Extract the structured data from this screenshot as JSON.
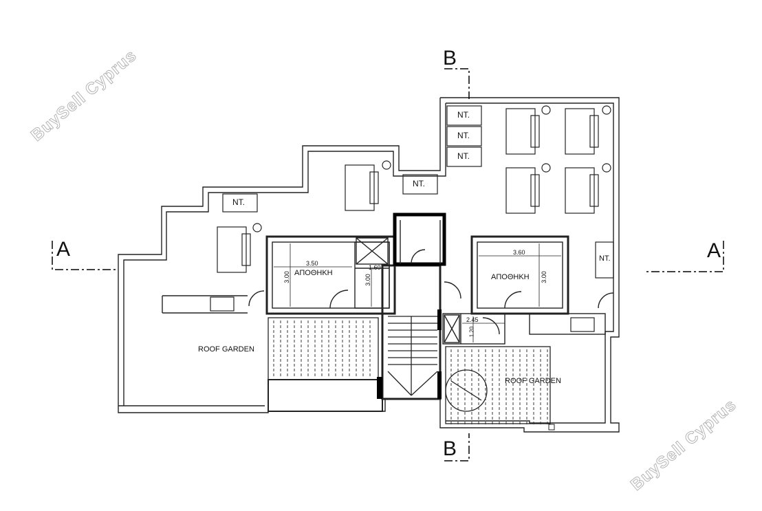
{
  "sections": {
    "a_left": "A",
    "a_right": "A",
    "b_top": "B",
    "b_bottom": "B"
  },
  "equipment_labels": {
    "nt": "NT."
  },
  "rooms": {
    "storage_left": "ΑΠΟΘΗΚΗ",
    "storage_right": "ΑΠΟΘΗΚΗ",
    "roof_garden_left": "ROOF GARDEN",
    "roof_garden_right": "ROOF GARDEN"
  },
  "dimensions": {
    "storage_left_w": "3.50",
    "storage_left_h": "3.00",
    "wc_left_w": "1.60",
    "wc_left_h": "3.00",
    "storage_right_w": "3.60",
    "storage_right_h": "3.00",
    "wc_right_w": "2.45",
    "wc_right_h": "1.20"
  },
  "watermark": "BuySell Cyprus"
}
